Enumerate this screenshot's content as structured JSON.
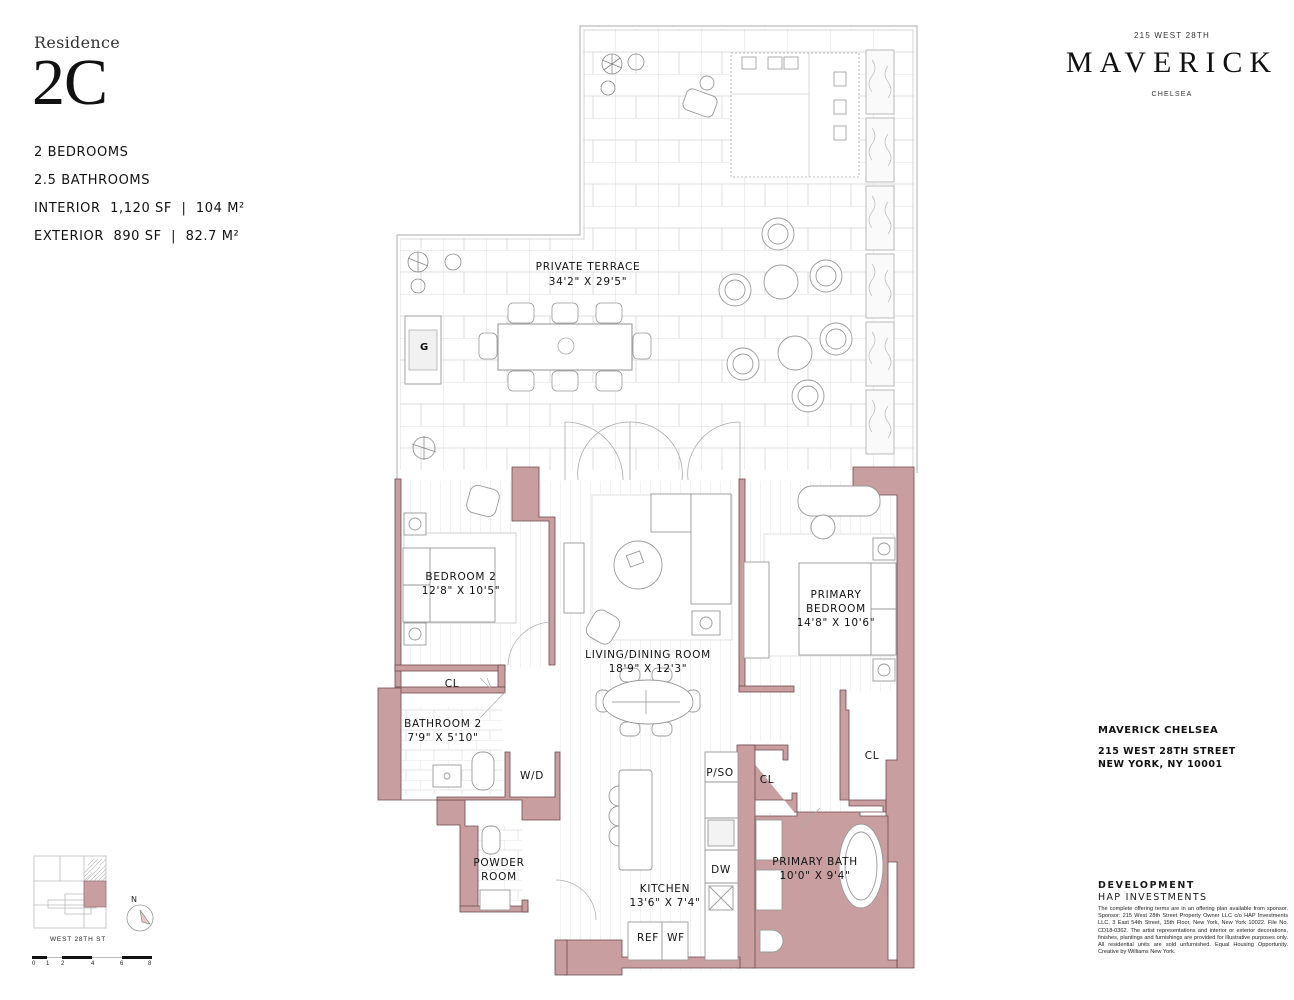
{
  "residence": {
    "label": "Residence",
    "unit": "2C",
    "specs": [
      "2 BEDROOMS",
      "2.5 BATHROOMS",
      "INTERIOR  1,120 SF  |  104 M²",
      "EXTERIOR  890 SF  |  82.7 M²"
    ]
  },
  "brand": {
    "top": "215 WEST 28TH",
    "name": "MAVERICK",
    "sub": "CHELSEA"
  },
  "address": {
    "name": "MAVERICK CHELSEA",
    "street": "215 WEST 28TH STREET",
    "city": "NEW YORK, NY 10001"
  },
  "development": {
    "heading": "DEVELOPMENT",
    "developer": "HAP INVESTMENTS",
    "disclaimer": "The complete offering terms are in an offering plan available from sponsor. Sponsor: 215 West 28th Street Property Owner LLC c/o HAP Investments LLC, 3 East 54th Street, 15th Floor, New York, New York 10022. File No. CD18-0362. The artist representations and interior or exterior decorations, finishes, plantings and furnishings are provided for illustrative purposes only. All residential units are sold unfurnished. Equal Housing Opportunity. Creative by Williams New York."
  },
  "rooms": {
    "terrace": {
      "name": "PRIVATE TERRACE",
      "dims": "34'2\" X 29'5\""
    },
    "bedroom2": {
      "name": "BEDROOM 2",
      "dims": "12'8\" X 10'5\""
    },
    "living": {
      "name": "LIVING/DINING ROOM",
      "dims": "18'9\" X 12'3\""
    },
    "primary_bedroom": {
      "name1": "PRIMARY",
      "name2": "BEDROOM",
      "dims": "14'8\" X 10'6\""
    },
    "bathroom2": {
      "name": "BATHROOM 2",
      "dims": "7'9\" X 5'10\""
    },
    "powder": {
      "name1": "POWDER",
      "name2": "ROOM"
    },
    "kitchen": {
      "name": "KITCHEN",
      "dims": "13'6\" X 7'4\""
    },
    "primary_bath": {
      "name": "PRIMARY BATH",
      "dims": "10'0\" X 9'4\""
    }
  },
  "fixtures": {
    "closet": "CL",
    "washer_dryer": "W/D",
    "pantry": "P/SO",
    "dishwasher": "DW",
    "refrigerator": "REF",
    "wine_fridge": "WF",
    "grill": "G"
  },
  "keyplan": {
    "street": "WEST 28TH ST",
    "north": "N",
    "scale_ticks": [
      "0",
      "1",
      "2",
      "4",
      "6",
      "8"
    ]
  },
  "colors": {
    "wall": "#c99ea0",
    "wall_stroke": "#6e4a4c",
    "line": "#b9b9b9"
  }
}
